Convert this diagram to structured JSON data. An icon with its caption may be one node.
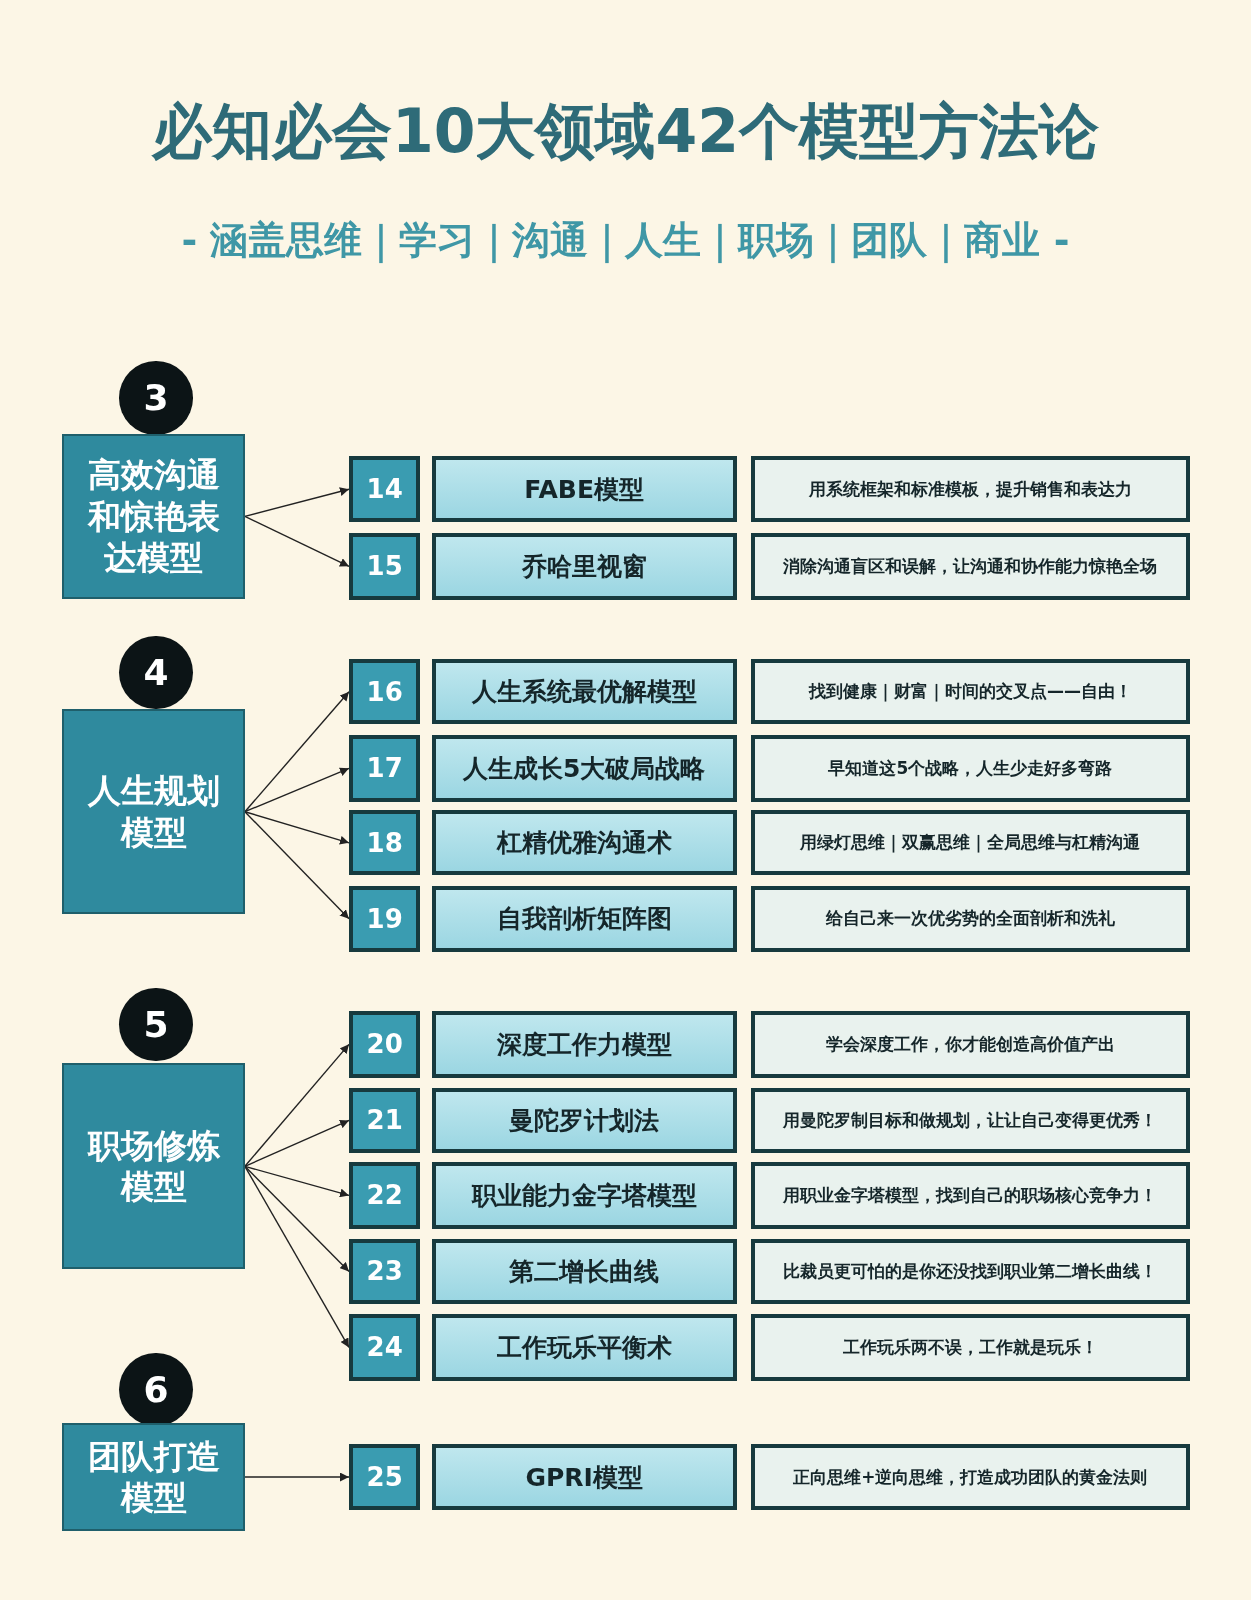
{
  "diagram": {
    "title": "必知必会10大领域42个模型方法论",
    "labels": [
      "- 涵盖思维｜学习｜沟通｜人生｜职场｜团队｜商业 -"
    ],
    "nodes": [
      {
        "text": [
          "3"
        ]
      },
      {
        "text": [
          "高效沟通和惊艳表达模型"
        ]
      },
      {
        "text": [
          "14"
        ]
      },
      {
        "text": [
          "FABE模型"
        ]
      },
      {
        "text": [
          "用系统框架和标准模板，提升销售和表达力"
        ]
      },
      {
        "text": [
          "15"
        ]
      },
      {
        "text": [
          "乔哈里视窗"
        ]
      },
      {
        "text": [
          "消除沟通盲区和误解，让沟通和协作能力惊艳全场"
        ]
      },
      {
        "text": [
          "4"
        ]
      },
      {
        "text": [
          "人生规划模型"
        ]
      },
      {
        "text": [
          "16"
        ]
      },
      {
        "text": [
          "人生系统最优解模型"
        ]
      },
      {
        "text": [
          "找到健康｜财富｜时间的交叉点——自由！"
        ]
      },
      {
        "text": [
          "17"
        ]
      },
      {
        "text": [
          "人生成长5大破局战略"
        ]
      },
      {
        "text": [
          "早知道这5个战略，人生少走好多弯路"
        ]
      },
      {
        "text": [
          "18"
        ]
      },
      {
        "text": [
          "杠精优雅沟通术"
        ]
      },
      {
        "text": [
          "用绿灯思维｜双赢思维｜全局思维与杠精沟通"
        ]
      },
      {
        "text": [
          "19"
        ]
      },
      {
        "text": [
          "自我剖析矩阵图"
        ]
      },
      {
        "text": [
          "给自己来一次优劣势的全面剖析和洗礼"
        ]
      },
      {
        "text": [
          "5"
        ]
      },
      {
        "text": [
          "职场修炼模型"
        ]
      },
      {
        "text": [
          "20"
        ]
      },
      {
        "text": [
          "深度工作力模型"
        ]
      },
      {
        "text": [
          "学会深度工作，你才能创造高价值产出"
        ]
      },
      {
        "text": [
          "21"
        ]
      },
      {
        "text": [
          "曼陀罗计划法"
        ]
      },
      {
        "text": [
          "用曼陀罗制目标和做规划，让让自己变得更优秀！"
        ]
      },
      {
        "text": [
          "22"
        ]
      },
      {
        "text": [
          "职业能力金字塔模型"
        ]
      },
      {
        "text": [
          "用职业金字塔模型，找到自己的职场核心竞争力！"
        ]
      },
      {
        "text": [
          "23"
        ]
      },
      {
        "text": [
          "第二增长曲线"
        ]
      },
      {
        "text": [
          "比裁员更可怕的是你还没找到职业第二增长曲线！"
        ]
      },
      {
        "text": [
          "24"
        ]
      },
      {
        "text": [
          "工作玩乐平衡术"
        ]
      },
      {
        "text": [
          "工作玩乐两不误，工作就是玩乐！"
        ]
      },
      {
        "text": [
          "6"
        ]
      },
      {
        "text": [
          "团队打造模型"
        ]
      },
      {
        "text": [
          "25"
        ]
      },
      {
        "text": [
          "GPRI模型"
        ]
      },
      {
        "text": [
          "正向思维+逆向思维，打造成功团队的黄金法则"
        ]
      }
    ],
    "edges": [
      {
        "from": 1,
        "to": 2,
        "arrow": "to"
      },
      {
        "from": 1,
        "to": 5,
        "arrow": "to"
      },
      {
        "from": 9,
        "to": 10,
        "arrow": "to"
      },
      {
        "from": 9,
        "to": 13,
        "arrow": "to"
      },
      {
        "from": 9,
        "to": 16,
        "arrow": "to"
      },
      {
        "from": 9,
        "to": 19,
        "arrow": "to"
      },
      {
        "from": 23,
        "to": 24,
        "arrow": "to"
      },
      {
        "from": 23,
        "to": 27,
        "arrow": "to"
      },
      {
        "from": 23,
        "to": 30,
        "arrow": "to"
      },
      {
        "from": 23,
        "to": 33,
        "arrow": "to"
      },
      {
        "from": 23,
        "to": 36,
        "arrow": "to"
      },
      {
        "from": 40,
        "to": 41,
        "arrow": "to"
      }
    ]
  }
}
